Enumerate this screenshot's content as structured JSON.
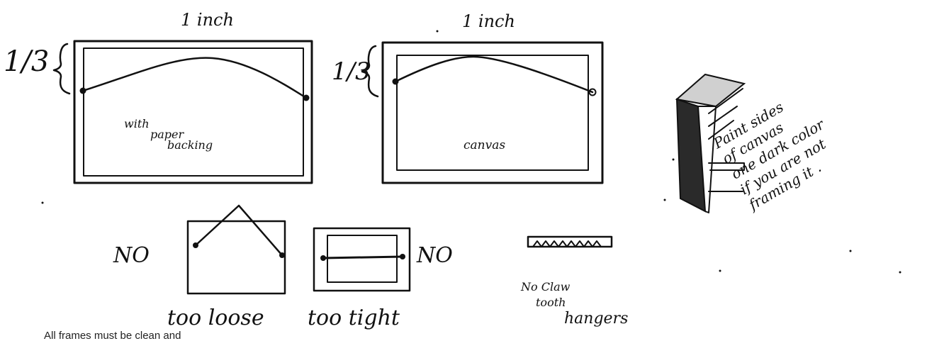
{
  "paper_frame": {
    "width_label": "1 inch",
    "fraction_label": "1/3",
    "inner_label_line1": "with",
    "inner_label_line2": "paper",
    "inner_label_line3": "backing"
  },
  "canvas_frame": {
    "width_label": "1 inch",
    "fraction_label": "1/3",
    "inner_label": "canvas"
  },
  "side_note": {
    "lines": [
      "Paint sides",
      "of canvas",
      "one dark color",
      "if you are not",
      "framing it ."
    ]
  },
  "loose_example": {
    "verdict": "NO",
    "caption": "too loose"
  },
  "tight_example": {
    "verdict": "NO",
    "caption": "too tight"
  },
  "hanger_example": {
    "caption_line1": "No Claw",
    "caption_line2": "tooth",
    "caption_line3": "hangers"
  },
  "footer": {
    "text": "All frames must be clean and"
  }
}
